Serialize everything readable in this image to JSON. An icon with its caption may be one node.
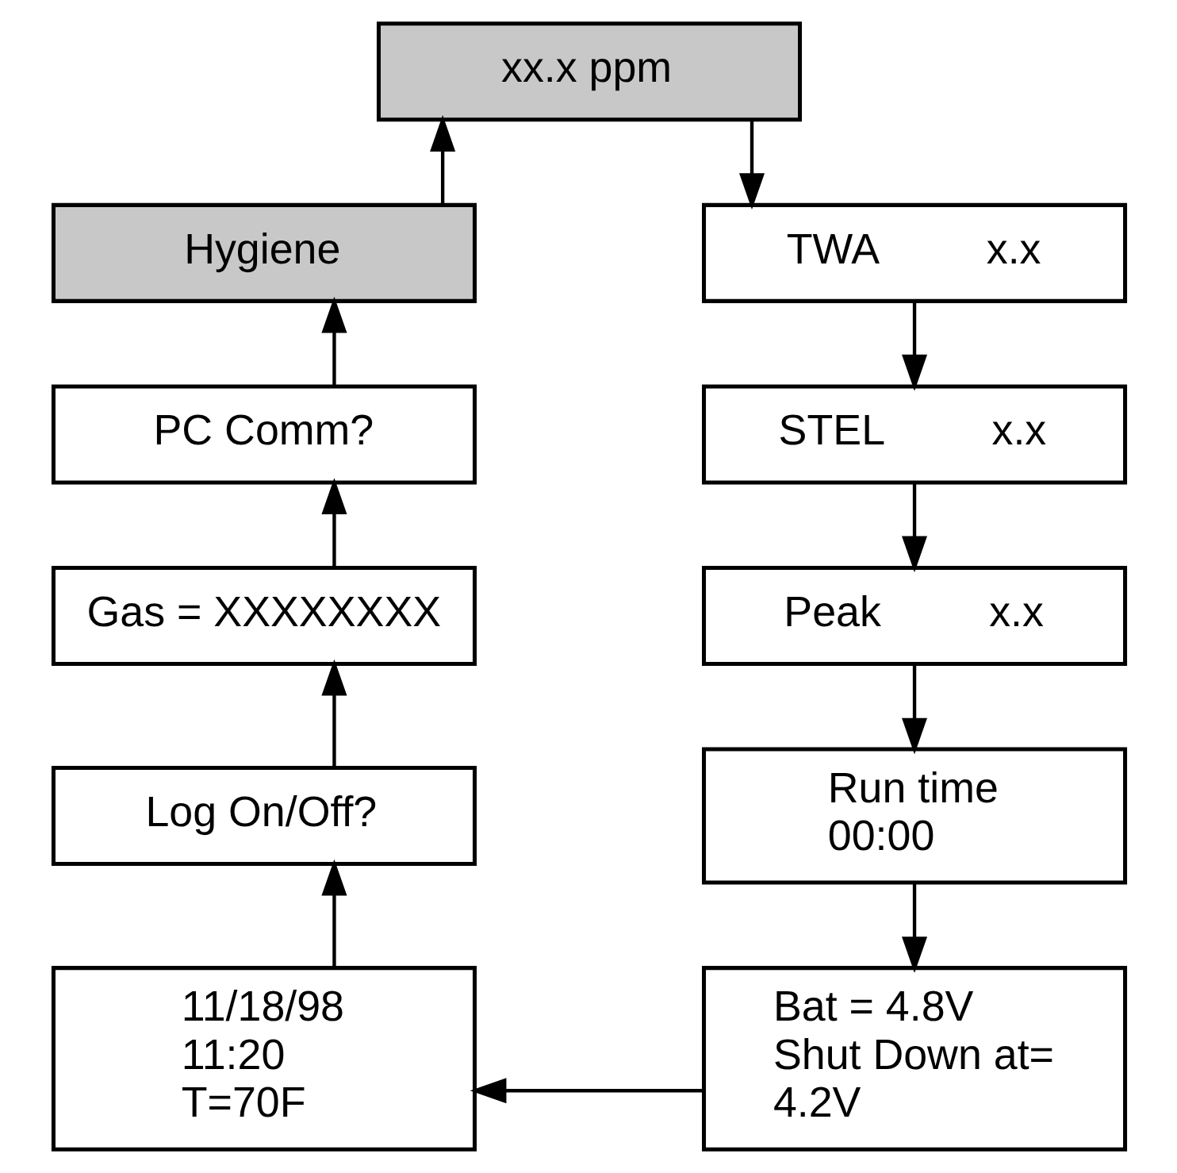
{
  "diagram": {
    "nodes": [
      {
        "text": [
          "xx.x ppm"
        ]
      },
      {
        "text": [
          "Hygiene"
        ]
      },
      {
        "text": [
          "TWA",
          "x.x"
        ]
      },
      {
        "text": [
          "PC Comm?"
        ]
      },
      {
        "text": [
          "STEL",
          "x.x"
        ]
      },
      {
        "text": [
          "Gas = XXXXXXXX"
        ]
      },
      {
        "text": [
          "Peak",
          "x.x"
        ]
      },
      {
        "text": [
          "Log On/Off?"
        ]
      },
      {
        "text": [
          "Run time",
          "00:00"
        ]
      },
      {
        "text": [
          "11/18/98",
          "11:20",
          "T=70F"
        ]
      },
      {
        "text": [
          "Bat = 4.8V",
          "Shut Down at=",
          "4.2V"
        ]
      }
    ],
    "edges": [
      {
        "from": 0,
        "to": 2,
        "arrow": "to"
      },
      {
        "from": 2,
        "to": 4,
        "arrow": "to"
      },
      {
        "from": 4,
        "to": 6,
        "arrow": "to"
      },
      {
        "from": 6,
        "to": 8,
        "arrow": "to"
      },
      {
        "from": 8,
        "to": 10,
        "arrow": "to"
      },
      {
        "from": 10,
        "to": 9,
        "arrow": "to"
      },
      {
        "from": 9,
        "to": 7,
        "arrow": "to"
      },
      {
        "from": 7,
        "to": 5,
        "arrow": "to"
      },
      {
        "from": 5,
        "to": 3,
        "arrow": "to"
      },
      {
        "from": 3,
        "to": 1,
        "arrow": "to"
      },
      {
        "from": 1,
        "to": 0,
        "arrow": "to"
      }
    ]
  }
}
